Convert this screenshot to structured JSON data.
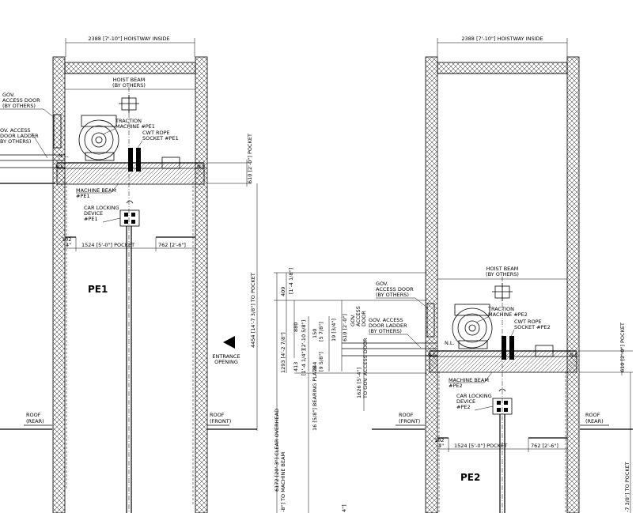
{
  "views": {
    "pe1": {
      "hoistway": "2388 [7'-10\"] HOISTWAY INSIDE",
      "hoist_beam": [
        "HOIST BEAM",
        "(BY OTHERS)"
      ],
      "gov_access_door": [
        "GOV.",
        "ACCESS DOOR",
        "(BY OTHERS)"
      ],
      "gov_ladder": [
        "OV. ACCESS",
        "DOOR LADDER",
        "BY OTHERS)"
      ],
      "traction_machine": [
        "TRACTION",
        "MACHINE #PE1"
      ],
      "cwt_rope_socket": [
        "CWT ROPE",
        "SOCKET #PE1"
      ],
      "machine_beam": [
        "MACHINE BEAM",
        "#PE1"
      ],
      "car_locking": [
        "CAR LOCKING",
        "DEVICE",
        "#PE1"
      ],
      "pocket_610": "610 [2'-0\"] POCKET",
      "dim_102": "102",
      "dim_4": "4\"",
      "pocket_1524": "1524 [5'-0\"] POCKET",
      "dim_762": "762 [2'-6\"]",
      "pocket_4454": "4454 [14'-7 3/8\"] TO POCKET",
      "label": "PE1",
      "entrance": [
        "ENTRANCE",
        "OPENING"
      ],
      "roof_rear": [
        "ROOF",
        "(REAR)"
      ],
      "roof_front": [
        "ROOF",
        "(FRONT)"
      ],
      "nl": "N.L."
    },
    "pe2": {
      "hoistway": "2388 [7'-10\"] HOISTWAY INSIDE",
      "hoist_beam": [
        "HOIST BEAM",
        "(BY OTHERS)"
      ],
      "gov_access_door": [
        "GOV.",
        "ACCESS DOOR",
        "(BY OTHERS)"
      ],
      "gov_ladder": [
        "GOV. ACCESS",
        "DOOR LADDER",
        "(BY OTHERS)"
      ],
      "gov_door_vert": [
        "GOV.",
        "ACCESS",
        "DOOR"
      ],
      "traction_machine": [
        "TRACTION",
        "MACHINE #PE2"
      ],
      "cwt_rope_socket": [
        "CWT ROPE",
        "SOCKET #PE2"
      ],
      "machine_beam": [
        "MACHINE BEAM",
        "#PE2"
      ],
      "car_locking": [
        "CAR LOCKING",
        "DEVICE",
        "#PE2"
      ],
      "pocket_610": "610 [2'-0\"] POCKET",
      "dim_102": "102",
      "dim_4": "4\"",
      "pocket_1524": "1524 [5'-0\"] POCKET",
      "dim_762": "762 [2'-6\"]",
      "pocket_tail": "-7 3/8\"] TO POCKET",
      "label": "PE2",
      "roof_front": [
        "ROOF",
        "(FRONT)"
      ],
      "roof_rear": [
        "ROOF",
        "(REAR)"
      ],
      "nl": "N.L."
    },
    "vertical_dims": {
      "d409": "409",
      "d409b": "[1'-4 1/8\"]",
      "d1293": "1293 [4'-2 7/8\"]",
      "d880": "880",
      "d880b": "[2'-10 5/8\"]",
      "d413": "413",
      "d413b": "[1'-4 1/4\"]",
      "d150": "150",
      "d150b": "[5 7/8\"]",
      "d244": "244",
      "d244b": "[9 5/8\"]",
      "d19": "19 [3/4\"]",
      "d610": "610 [2'-0\"]",
      "d1626": "1626 [5'-4\"]",
      "d1626b": "TO GOV. ACCESS DOOR",
      "bearing": "16 [5/8\"] BEARING PLATE",
      "overhead": "6172 [20'-3\"] CLEAR OVERHEAD",
      "mbeam": "-8\"] TO MACHINE BEAM",
      "tail4": "4\"]"
    }
  }
}
